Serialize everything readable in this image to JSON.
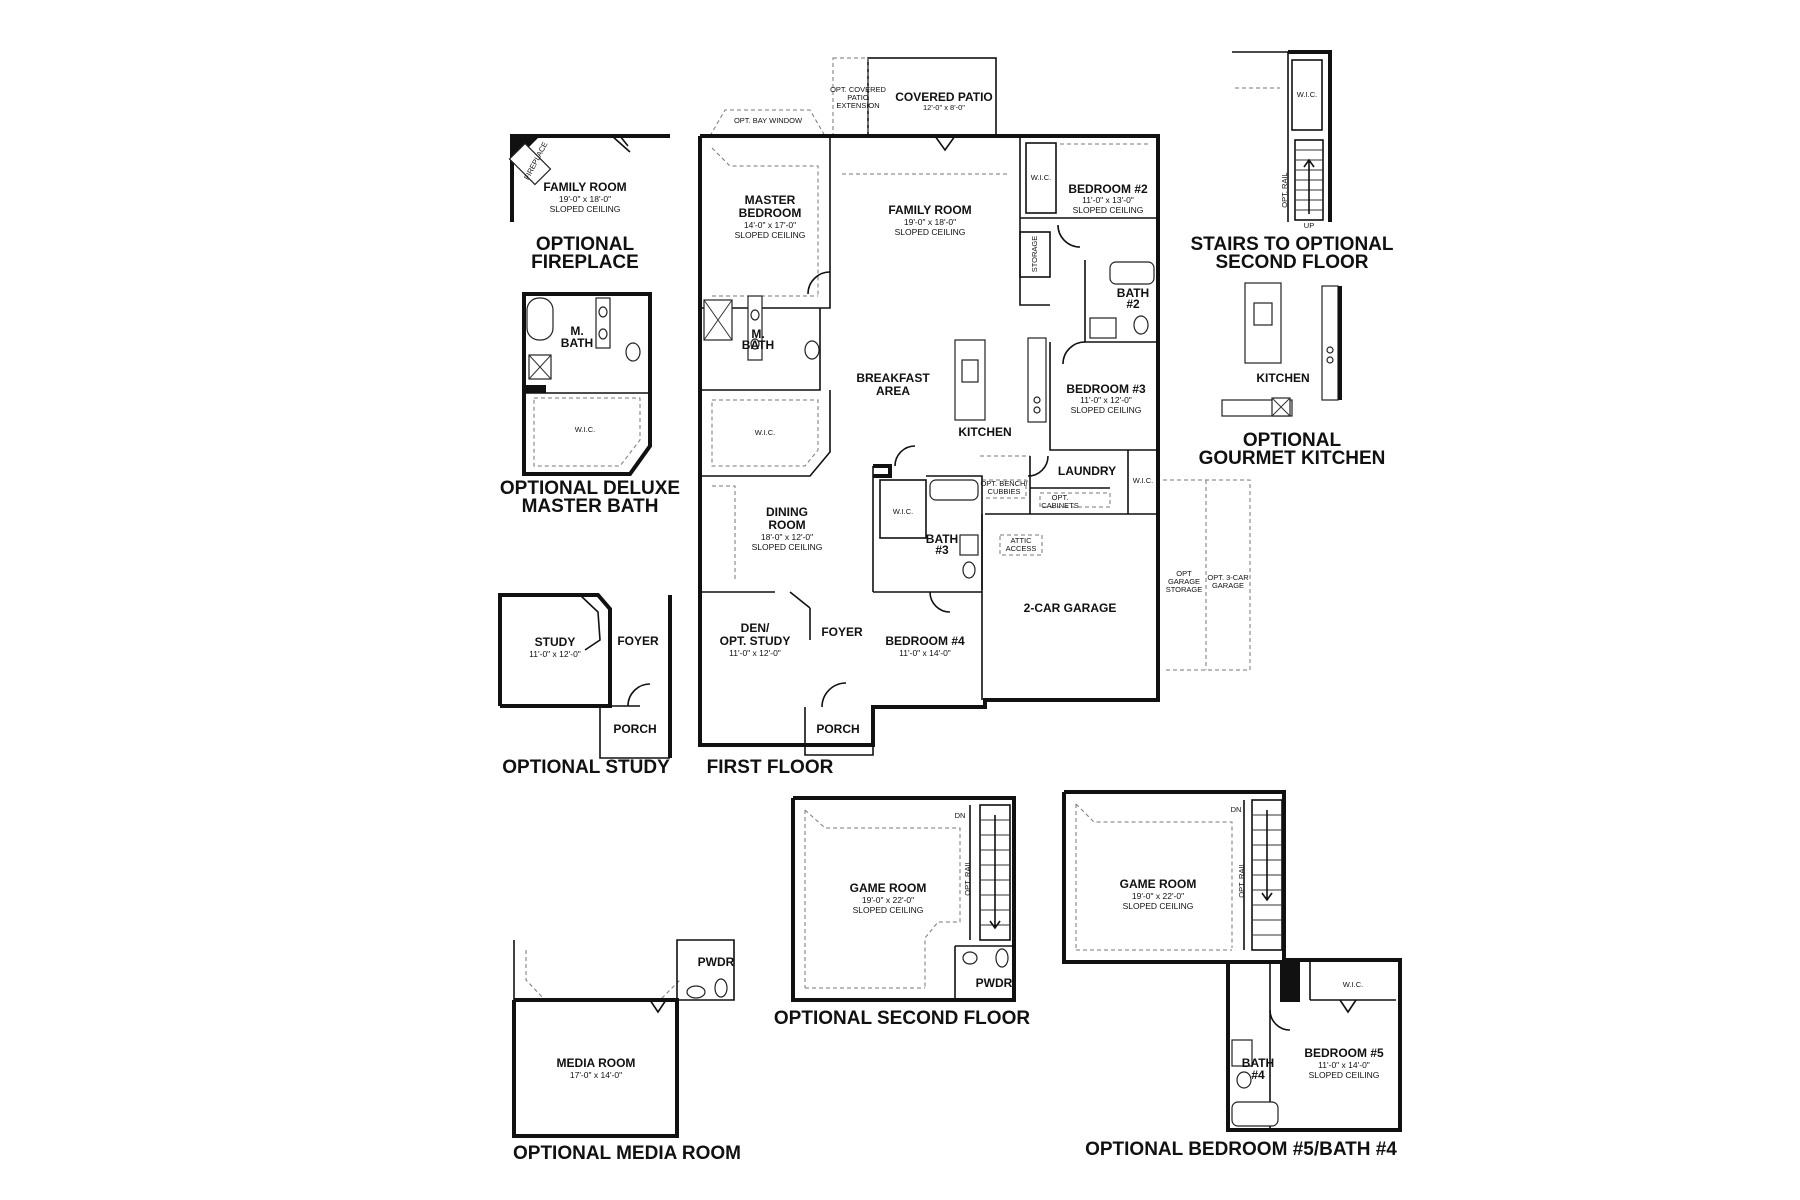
{
  "captions": {
    "optional_fireplace": [
      "OPTIONAL",
      "FIREPLACE"
    ],
    "optional_deluxe_master_bath": [
      "OPTIONAL DELUXE",
      "MASTER BATH"
    ],
    "optional_study": "OPTIONAL STUDY",
    "first_floor": "FIRST FLOOR",
    "stairs_to_second_floor": [
      "STAIRS TO OPTIONAL",
      "SECOND FLOOR"
    ],
    "optional_gourmet_kitchen": [
      "OPTIONAL",
      "GOURMET KITCHEN"
    ],
    "optional_second_floor": "OPTIONAL SECOND FLOOR",
    "optional_media_room": "OPTIONAL MEDIA ROOM",
    "optional_bedroom5_bath4": "OPTIONAL BEDROOM #5/BATH #4"
  },
  "first_floor": {
    "covered_patio": {
      "name": "COVERED PATIO",
      "dims": "12'-0\" x 8'-0\""
    },
    "opt_covered_patio_extension": [
      "OPT. COVERED",
      "PATIO",
      "EXTENSION"
    ],
    "opt_bay_window": "OPT. BAY WINDOW",
    "master_bedroom": {
      "name": [
        "MASTER",
        "BEDROOM"
      ],
      "dims": "14'-0\" x 17'-0\"",
      "note": "SLOPED CEILING"
    },
    "family_room": {
      "name": "FAMILY ROOM",
      "dims": "19'-0\" x 18'-0\"",
      "note": "SLOPED CEILING"
    },
    "bedroom2": {
      "name": "BEDROOM #2",
      "dims": "11'-0\" x 13'-0\"",
      "note": "SLOPED CEILING"
    },
    "wic_bed2": "W.I.C.",
    "storage": "STORAGE",
    "bath2": [
      "BATH",
      "#2"
    ],
    "m_bath": [
      "M.",
      "BATH"
    ],
    "breakfast_area": [
      "BREAKFAST",
      "AREA"
    ],
    "bedroom3": {
      "name": "BEDROOM #3",
      "dims": "11'-0\" x 12'-0\"",
      "note": "SLOPED CEILING"
    },
    "wic_master": "W.I.C.",
    "kitchen": "KITCHEN",
    "laundry": "LAUNDRY",
    "wic_bed3": "W.I.C.",
    "opt_bench": [
      "OPT. BENCH/",
      "CUBBIES"
    ],
    "opt_cabinets": [
      "OPT.",
      "CABINETS"
    ],
    "wic_bed4": "W.I.C.",
    "bath3": [
      "BATH",
      "#3"
    ],
    "attic_access": [
      "ATTIC",
      "ACCESS"
    ],
    "dining_room": {
      "name": [
        "DINING",
        "ROOM"
      ],
      "dims": "18'-0\" x 12'-0\"",
      "note": "SLOPED CEILING"
    },
    "opt_garage_storage": [
      "OPT",
      "GARAGE",
      "STORAGE"
    ],
    "opt_3car_garage": [
      "OPT. 3-CAR",
      "GARAGE"
    ],
    "garage": "2-CAR GARAGE",
    "den": {
      "name": [
        "DEN/",
        "OPT. STUDY"
      ],
      "dims": "11'-0\" x 12'-0\""
    },
    "foyer": "FOYER",
    "bedroom4": {
      "name": "BEDROOM #4",
      "dims": "11'-0\" x 14'-0\""
    },
    "porch": "PORCH"
  },
  "optional_fireplace": {
    "fireplace": "FIREPLACE",
    "family_room": {
      "name": "FAMILY ROOM",
      "dims": "19'-0\" x 18'-0\"",
      "note": "SLOPED CEILING"
    }
  },
  "optional_deluxe_bath": {
    "m_bath": [
      "M.",
      "BATH"
    ],
    "wic": "W.I.C."
  },
  "optional_study": {
    "study": {
      "name": "STUDY",
      "dims": "11'-0\" x 12'-0\""
    },
    "foyer": "FOYER",
    "porch": "PORCH"
  },
  "stairs_option": {
    "wic": "W.I.C.",
    "opt_rail": "OPT. RAIL",
    "up": "UP"
  },
  "gourmet_kitchen": {
    "kitchen": "KITCHEN"
  },
  "second_floor": {
    "dn": "DN",
    "game_room": {
      "name": "GAME ROOM",
      "dims": "19'-0\" x 22'-0\"",
      "note": "SLOPED CEILING"
    },
    "opt_rail": "OPT. RAIL",
    "pwdr": "PWDR"
  },
  "media_room": {
    "pwdr": "PWDR",
    "media_room": {
      "name": "MEDIA ROOM",
      "dims": "17'-0\" x 14'-0\""
    }
  },
  "bedroom5_option": {
    "dn": "DN",
    "game_room": {
      "name": "GAME ROOM",
      "dims": "19'-0\" x 22'-0\"",
      "note": "SLOPED CEILING"
    },
    "opt_rail": "OPT. RAIL",
    "wic": "W.I.C.",
    "bath4": [
      "BATH",
      "#4"
    ],
    "bedroom5": {
      "name": "BEDROOM #5",
      "dims": "11'-0\" x 14'-0\"",
      "note": "SLOPED CEILING"
    }
  }
}
